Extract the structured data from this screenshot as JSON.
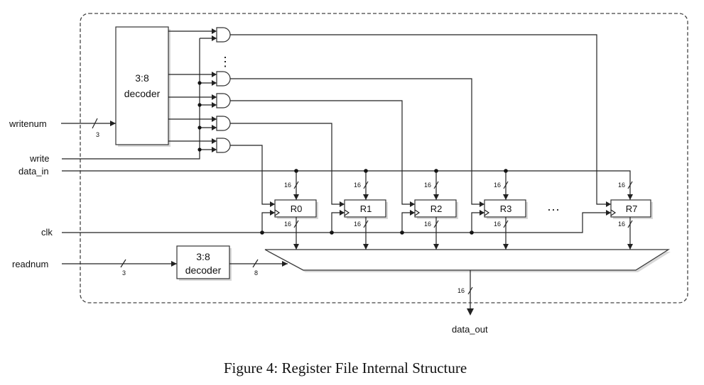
{
  "signals": {
    "writenum": "writenum",
    "write": "write",
    "data_in": "data_in",
    "clk": "clk",
    "readnum": "readnum",
    "data_out": "data_out"
  },
  "decoders": {
    "write_decoder": [
      "3:8",
      "decoder"
    ],
    "read_decoder": [
      "3:8",
      "decoder"
    ]
  },
  "registers": [
    "R0",
    "R1",
    "R2",
    "R3",
    "R7"
  ],
  "register_ellipsis": "···",
  "gate_ellipsis": "⋮",
  "bus_widths": {
    "writenum": "3",
    "readnum": "3",
    "decoder_out": "8",
    "register_in": "16",
    "register_out": "16",
    "data_out": "16"
  },
  "caption": "Figure 4: Register File Internal Structure"
}
